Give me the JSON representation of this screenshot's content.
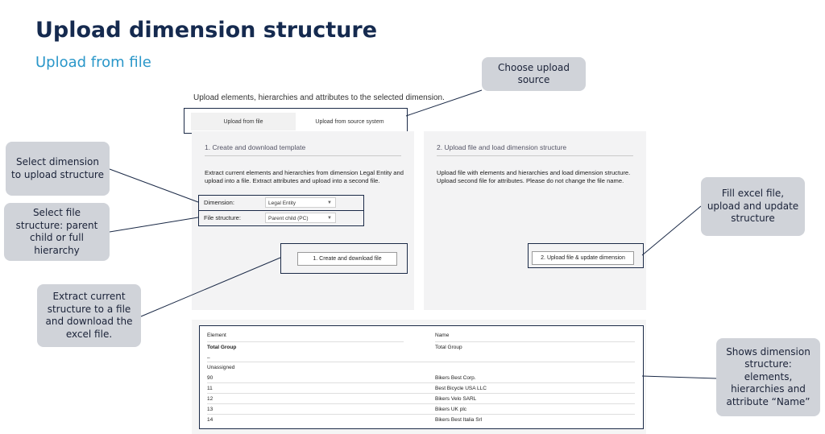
{
  "page": {
    "title": "Upload dimension structure",
    "subtitle": "Upload from file",
    "intro": "Upload elements, hierarchies and attributes to the selected dimension."
  },
  "tabs": [
    {
      "label": "Upload from file",
      "selected": true
    },
    {
      "label": "Upload from source system",
      "selected": false
    }
  ],
  "left_panel": {
    "heading": "1. Create and download template",
    "description": "Extract current elements and hierarchies from dimension Legal Entity and upload into a file. Extract attributes and upload into a second file.",
    "dimension_label": "Dimension:",
    "dimension_value": "Legal Entity",
    "file_structure_label": "File structure:",
    "file_structure_value": "Parent child (PC)",
    "button": "1. Create and download file"
  },
  "right_panel": {
    "heading": "2. Upload file and load dimension structure",
    "description": "Upload file with elements and hierarchies and load dimension structure. Upload second file for attributes. Please do not change the file name.",
    "button": "2. Upload file & update dimension"
  },
  "table": {
    "headers": {
      "element": "Element",
      "name": "Name"
    },
    "rows": [
      {
        "element": "Total Group",
        "name": "Total Group",
        "bold": true
      },
      {
        "element": "–",
        "name": ""
      },
      {
        "element": "Unassigned",
        "name": ""
      },
      {
        "element": "90",
        "name": "Bikers Best Corp."
      },
      {
        "element": "11",
        "name": "Best Bicycle USA LLC"
      },
      {
        "element": "12",
        "name": "Bikers Velo SARL"
      },
      {
        "element": "13",
        "name": "Bikers UK plc"
      },
      {
        "element": "14",
        "name": "Bikers Best Italia Srl"
      }
    ]
  },
  "callouts": {
    "choose_source": "Choose upload source",
    "select_dimension": "Select dimension to upload structure",
    "select_file_structure": "Select file structure: parent child or full hierarchy",
    "extract": "Extract current structure to a file and download the excel file.",
    "fill": "Fill excel file, upload and update structure",
    "shows": "Shows dimension structure: elements, hierarchies and attribute “Name”"
  },
  "icons": {
    "dropdown": "chevron-down-icon"
  },
  "colors": {
    "title": "#152a4f",
    "subtitle": "#2a97c9",
    "callout_bg": "#d0d3d9",
    "highlight_border": "#1b2a47"
  }
}
